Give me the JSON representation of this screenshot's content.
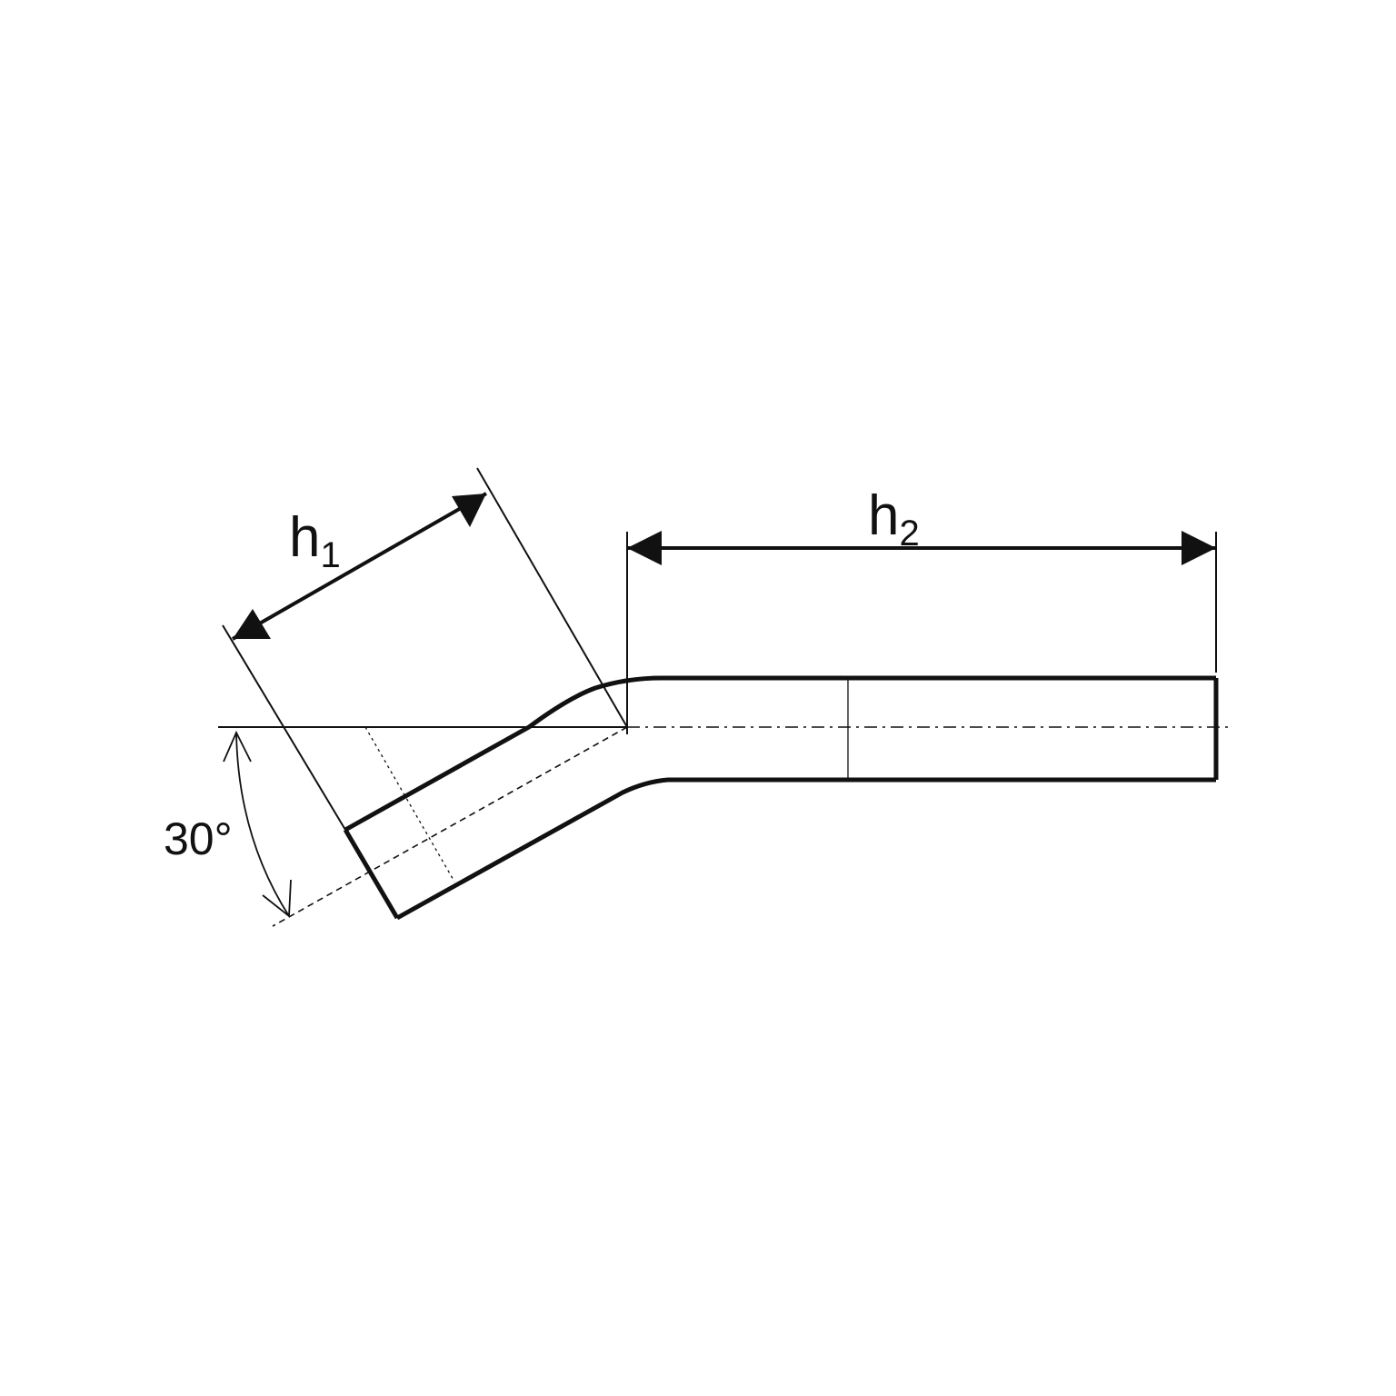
{
  "diagram": {
    "dimensions": [
      {
        "symbol": "h",
        "subscript": "1"
      },
      {
        "symbol": "h",
        "subscript": "2"
      }
    ],
    "angle_label": "30°",
    "bend_angle_degrees": 30,
    "colors": {
      "ink": "#111111",
      "background": "#ffffff"
    }
  }
}
